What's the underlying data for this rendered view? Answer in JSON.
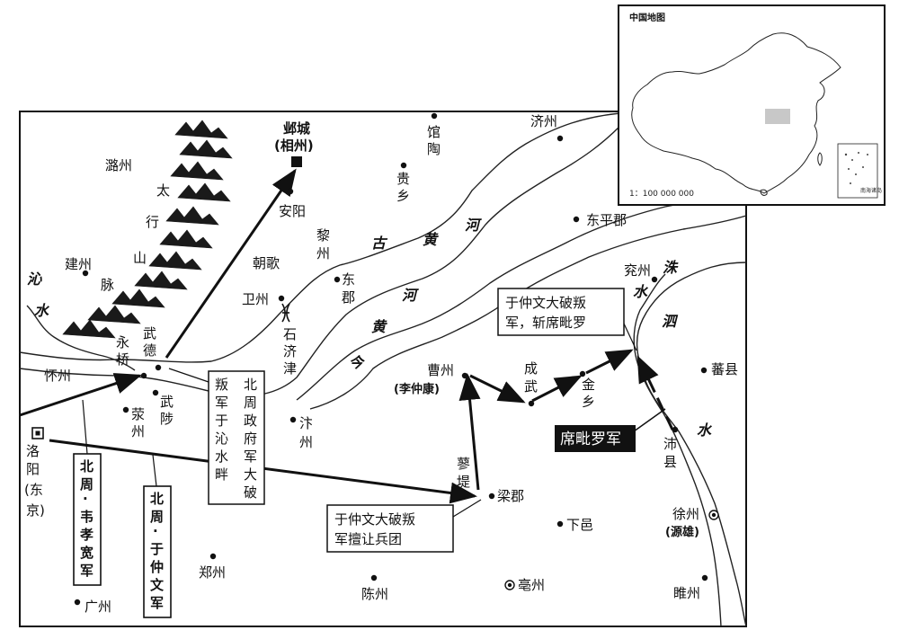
{
  "inset": {
    "title": "中国地图",
    "scale": "1：100 000 000",
    "south_sea_label": "南海诸岛"
  },
  "mountains": {
    "label_chars": [
      "太",
      "行",
      "山",
      "脉"
    ]
  },
  "cities": {
    "yecheng": "邺城",
    "yecheng_alt": "(相州)",
    "anyang": "安阳",
    "luzhou": "潞州",
    "jianzhou": "建州",
    "guan": "馆",
    "tao": "陶",
    "gui": "贵",
    "xiang": "乡",
    "jizhou": "济州",
    "dongpingjun": "东平郡",
    "li": "黎",
    "zhou_li": "州",
    "chaoge": "朝歌",
    "weizhou": "卫州",
    "dong": "东",
    "jun": "郡",
    "shijijin": [
      "石",
      "济",
      "津"
    ],
    "yongqiao": [
      "永",
      "桥"
    ],
    "wude": [
      "武",
      "德"
    ],
    "huaizhou": "怀州",
    "wuzhi": [
      "武",
      "陟"
    ],
    "xingzhou": [
      "荥",
      "州"
    ],
    "bianzhou": [
      "汴",
      "州"
    ],
    "caozhou": "曹州",
    "caozhou_alt": "(李仲康)",
    "chengwu": [
      "成",
      "武"
    ],
    "jinxiang": [
      "金",
      "乡"
    ],
    "yanzhou": "兖州",
    "fanxian": "蕃县",
    "peixian": [
      "沛",
      "县"
    ],
    "xuzhou": "徐州",
    "xuzhou_alt": "(源雄)",
    "luoyang": [
      "洛",
      "阳"
    ],
    "luoyang_alt": [
      "(东",
      "京)"
    ],
    "mengdi": [
      "蓼",
      "堤"
    ],
    "liangjun": "梁郡",
    "xiayi": "下邑",
    "bozhou": "亳州",
    "zhengzhou": "郑州",
    "chenzhou": "陈州",
    "guangzhou": "广州",
    "suizhou": "睢州"
  },
  "rivers": {
    "gu_huang_he": [
      "古",
      "黄",
      "河"
    ],
    "huang_he": [
      "河",
      "黄",
      "今"
    ],
    "qin_shui": [
      "沁",
      "水"
    ],
    "zhu_shui": [
      "洙",
      "水"
    ],
    "si_shui": [
      "泗",
      "水"
    ]
  },
  "annotations": {
    "box1": [
      "北",
      "周",
      "政",
      "府",
      "军",
      "大",
      "破",
      "叛",
      "军",
      "于",
      "沁",
      "水",
      "畔"
    ],
    "box2": [
      "于仲文大破叛",
      "军擅让兵团"
    ],
    "box3": [
      "于仲文大破叛",
      "军，斩席毗罗"
    ],
    "xi_pi_luo_army": "席毗罗军"
  },
  "armies": {
    "wei_xiaokuan": [
      "北",
      "周",
      "·",
      "韦",
      "孝",
      "宽",
      "军"
    ],
    "yu_zhongwen": [
      "北",
      "周",
      "·",
      "于",
      "仲",
      "文",
      "军"
    ]
  }
}
